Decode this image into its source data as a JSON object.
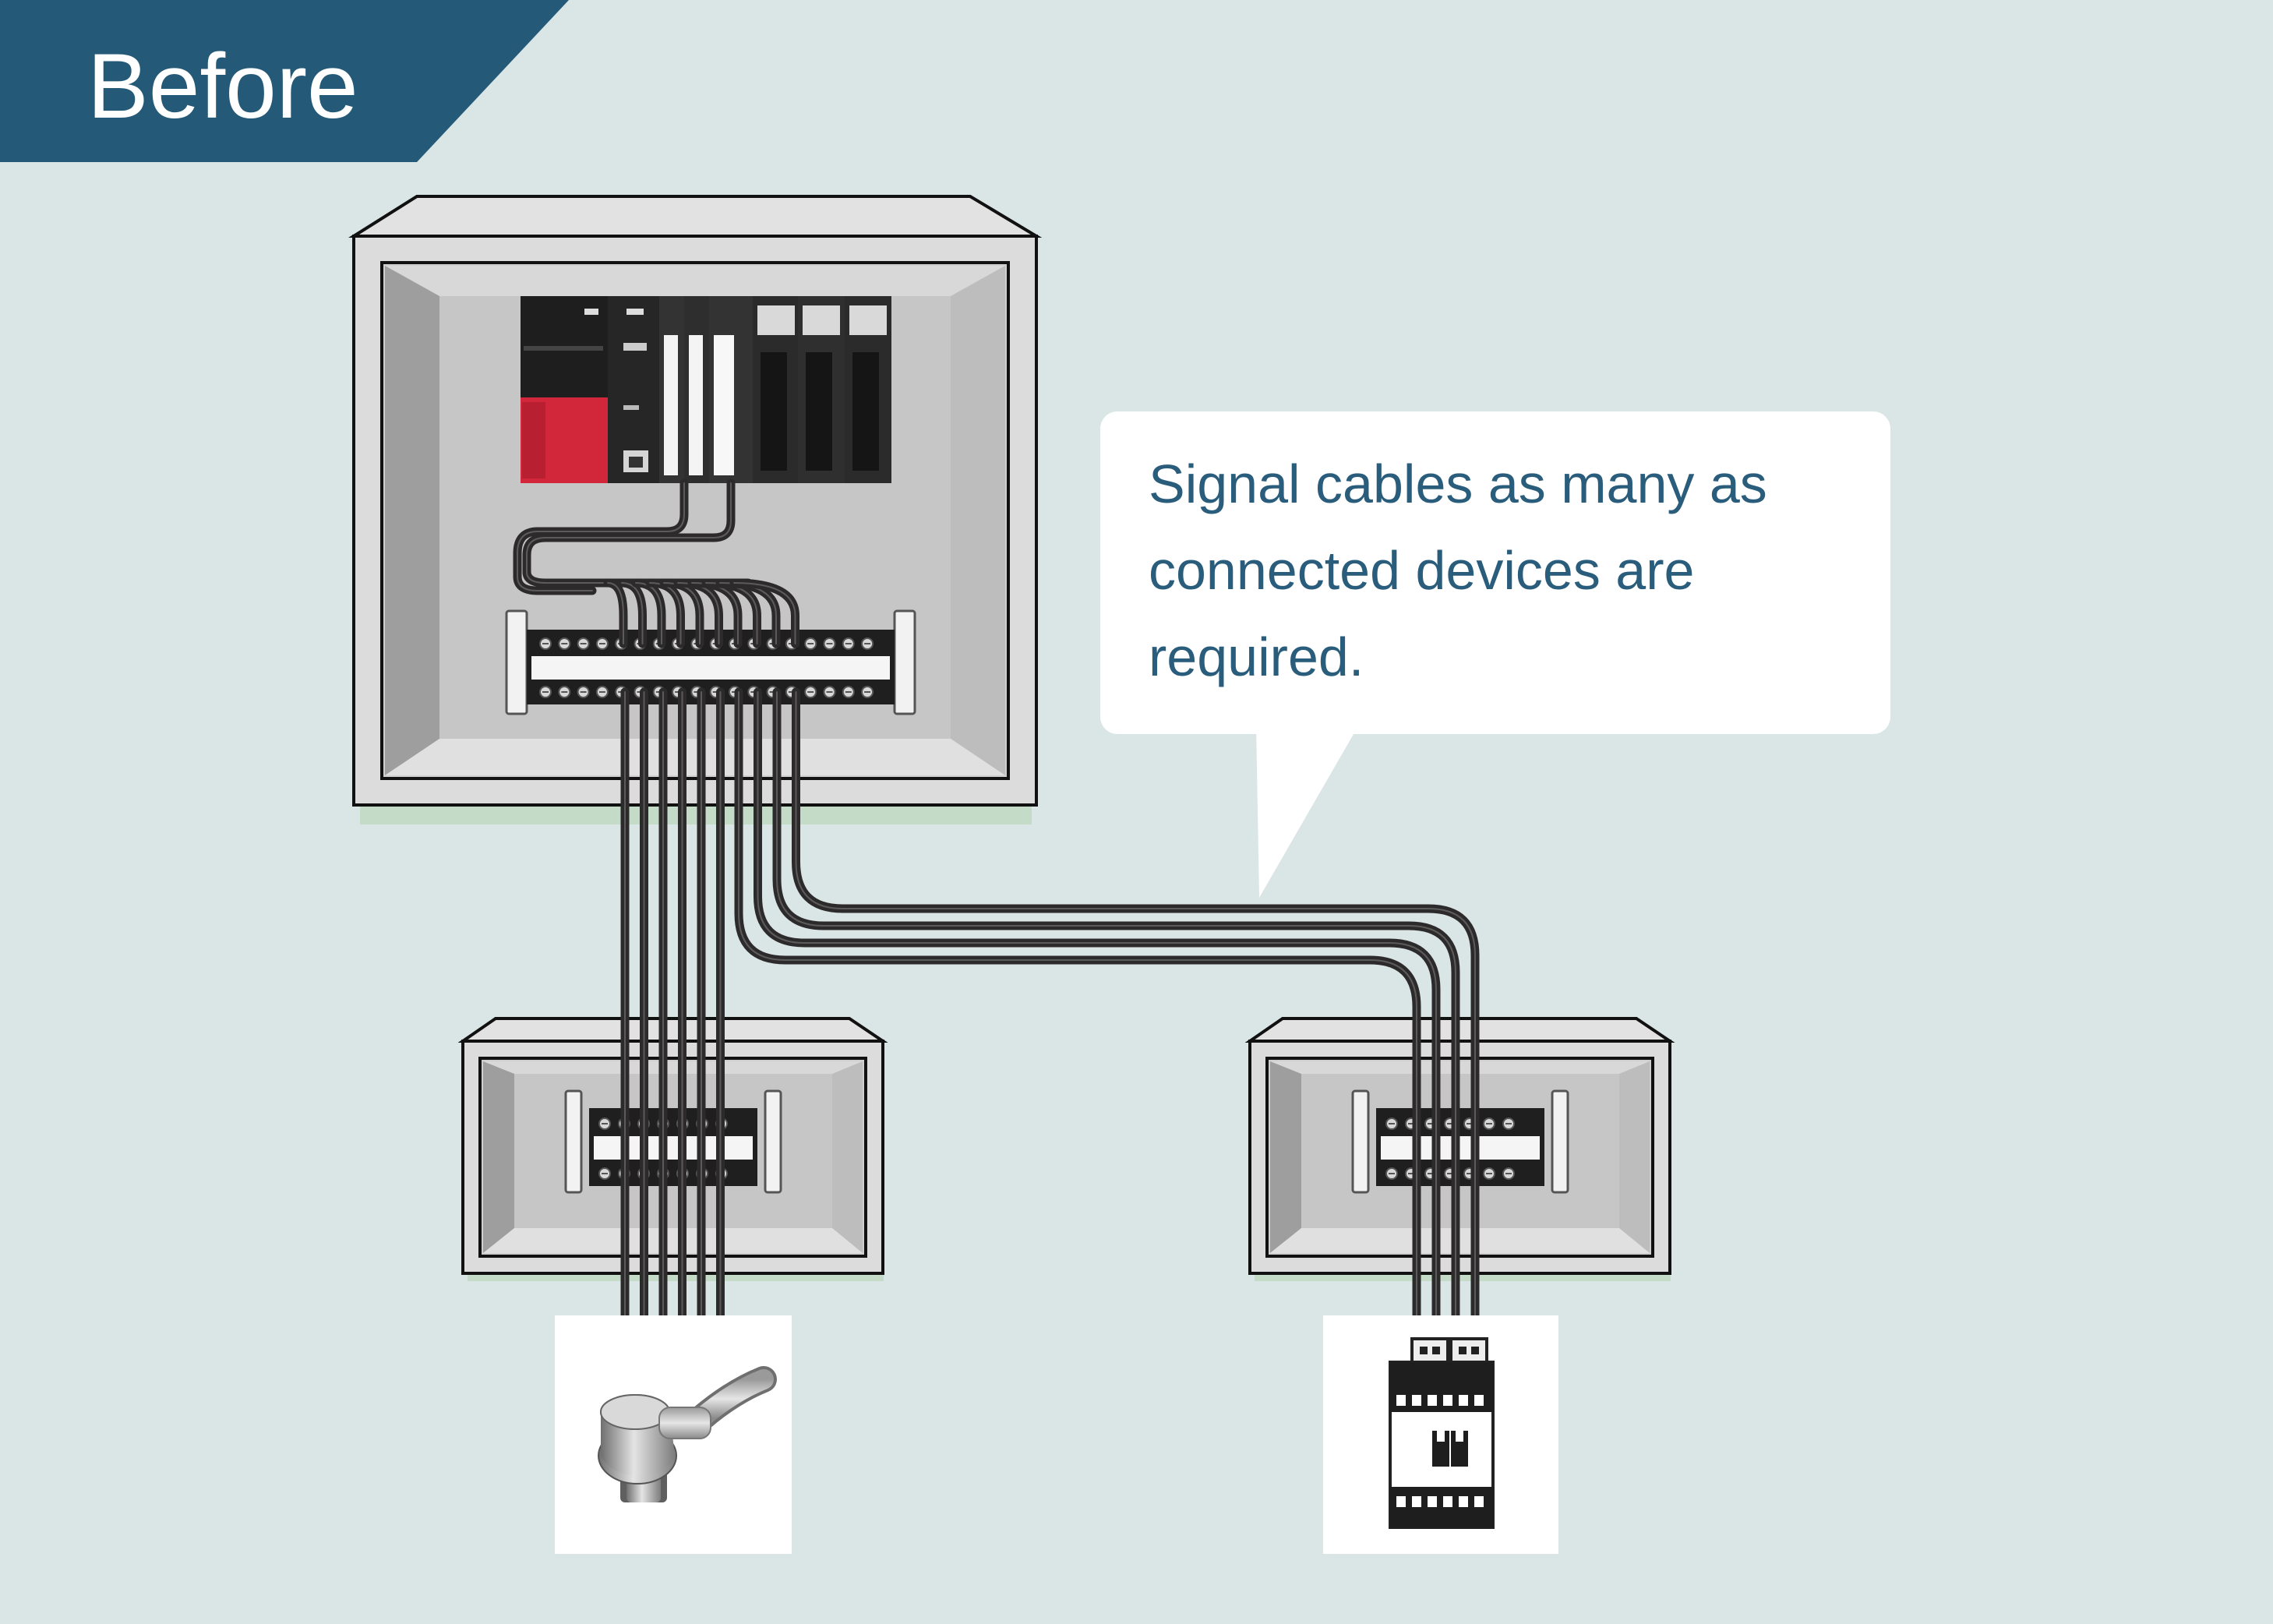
{
  "header": {
    "title": "Before"
  },
  "callout": {
    "lines": [
      "Signal cables as many as",
      "connected devices are",
      "required."
    ]
  },
  "devices": {
    "left": "sensor-icon",
    "right": "contactor-icon"
  },
  "colors": {
    "background": "#dae5e6",
    "banner": "#245a78",
    "callout_text": "#2a5d7c",
    "cable": "#2d2a2b",
    "plc_red": "#d2263a"
  }
}
